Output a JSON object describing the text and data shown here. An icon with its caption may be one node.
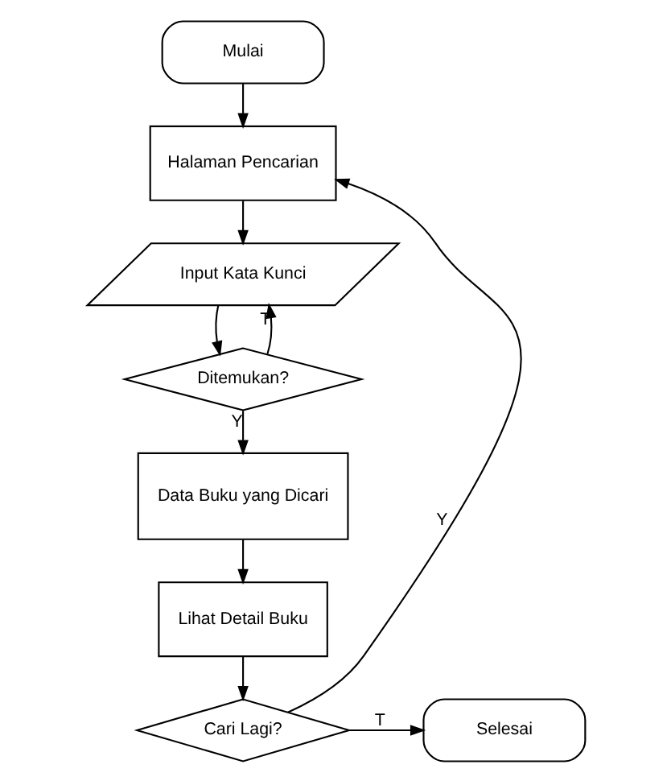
{
  "diagram": {
    "nodes": [
      {
        "text": [
          "Mulai"
        ]
      },
      {
        "text": [
          "Halaman Pencarian"
        ]
      },
      {
        "text": [
          "Input Kata Kunci"
        ]
      },
      {
        "text": [
          "Ditemukan?"
        ]
      },
      {
        "text": [
          "Data Buku yang Dicari"
        ]
      },
      {
        "text": [
          "Lihat Detail Buku"
        ]
      },
      {
        "text": [
          "Cari Lagi?"
        ]
      },
      {
        "text": [
          "Selesai"
        ]
      }
    ],
    "edges": [
      {
        "from": 0,
        "to": 1,
        "arrow": "to"
      },
      {
        "from": 1,
        "to": 2,
        "arrow": "to"
      },
      {
        "from": 2,
        "to": 3,
        "arrow": "to"
      },
      {
        "from": 3,
        "to": 2,
        "arrow": "to",
        "label": "T"
      },
      {
        "from": 3,
        "to": 4,
        "arrow": "to",
        "label": "Y"
      },
      {
        "from": 4,
        "to": 5,
        "arrow": "to"
      },
      {
        "from": 5,
        "to": 6,
        "arrow": "to"
      },
      {
        "from": 6,
        "to": 1,
        "arrow": "to",
        "label": "Y"
      },
      {
        "from": 6,
        "to": 7,
        "arrow": "to",
        "label": "T"
      }
    ]
  }
}
